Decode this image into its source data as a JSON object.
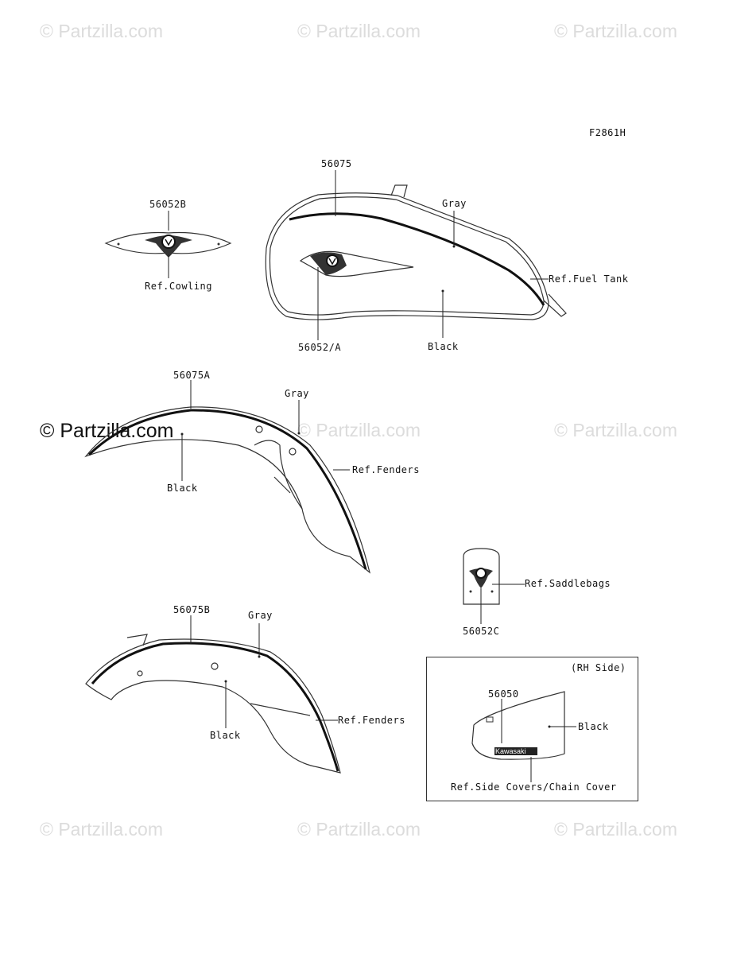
{
  "watermarks": {
    "top_left": "© Partzilla.com",
    "top_center": "© Partzilla.com",
    "top_right": "© Partzilla.com",
    "mid_left": "© Partzilla.com",
    "mid_center": "© Partzilla.com",
    "mid_right": "© Partzilla.com",
    "bottom_left": "© Partzilla.com",
    "bottom_center": "© Partzilla.com",
    "bottom_right": "© Partzilla.com"
  },
  "figure_code": "F2861H",
  "labels": {
    "p56075": "56075",
    "p56052B": "56052B",
    "ref_cowling": "Ref.Cowling",
    "gray_tank": "Gray",
    "ref_fuel_tank": "Ref.Fuel Tank",
    "p56052A": "56052/A",
    "black_tank": "Black",
    "p56075A": "56075A",
    "gray_front": "Gray",
    "ref_fenders_front": "Ref.Fenders",
    "black_front": "Black",
    "ref_saddlebags": "Ref.Saddlebags",
    "p56052C": "56052C",
    "p56075B": "56075B",
    "gray_rear": "Gray",
    "ref_fenders_rear": "Ref.Fenders",
    "black_rear": "Black",
    "rh_side": "(RH Side)",
    "p56050": "56050",
    "black_side": "Black",
    "ref_side_covers": "Ref.Side Covers/Chain Cover",
    "kawasaki_logo": "Kawasaki"
  }
}
